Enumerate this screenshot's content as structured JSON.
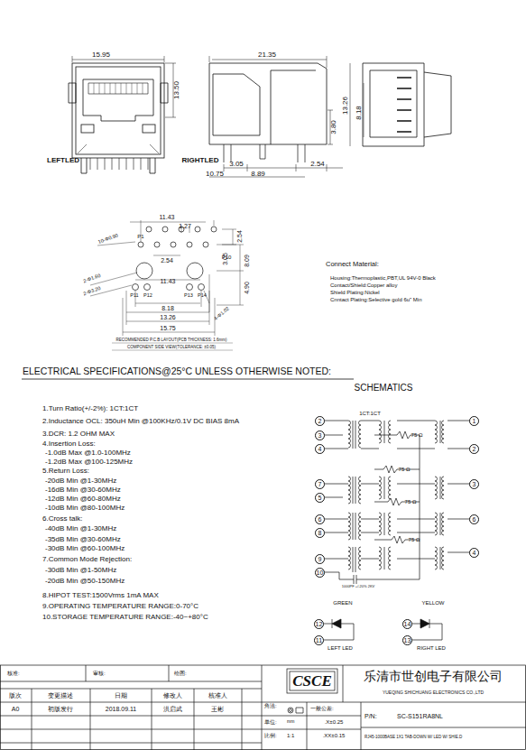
{
  "diagram": {
    "title": "ELECTRICAL SPECIFICATIONS@25°C  UNLESS OTHERWISE NOTED:",
    "nodes": [
      {
        "text": [
          "2"
        ]
      },
      {
        "text": [
          "1"
        ]
      },
      {
        "text": [
          "3"
        ]
      },
      {
        "text": [
          "4"
        ]
      },
      {
        "text": [
          "2"
        ]
      },
      {
        "text": [
          "7"
        ]
      },
      {
        "text": [
          "3"
        ]
      },
      {
        "text": [
          "5"
        ]
      },
      {
        "text": [
          "6"
        ]
      },
      {
        "text": [
          "6"
        ]
      },
      {
        "text": [
          "8"
        ]
      },
      {
        "text": [
          "9"
        ]
      },
      {
        "text": [
          "4"
        ]
      },
      {
        "text": [
          "10"
        ]
      },
      {
        "text": [
          "12"
        ]
      },
      {
        "text": [
          "14"
        ]
      },
      {
        "text": [
          "11"
        ]
      },
      {
        "text": [
          "13"
        ]
      }
    ],
    "labels": [
      "15.95",
      "13.50",
      "LEFTLED",
      "RIGHTLED",
      "21.35",
      "13.26",
      "8.18",
      "3.80",
      "3.05",
      "2.54",
      "10.75",
      "8.89",
      "11.43",
      "1.27",
      "2.54",
      "10-Φ0.90",
      "P1",
      "P10",
      "2.54",
      "3.05",
      "8.09",
      "11.43",
      "2-Φ1.60",
      "2-Φ3.20",
      "4.90",
      "P11",
      "P12",
      "P13",
      "P14",
      "4-Φ1.02",
      "8.18",
      "13.26",
      "15.75",
      "RECOMMENDED P.C.B LAYOUT(PCB THICKNESS: 1.6mm)",
      "COMPONENT SIDE VIEW(TOLERANCE: ±0.05)",
      "Connect Material:",
      "Housing:Thermoplastic,PBT,UL 94V-0 Black",
      "Contact/Shield:Copper alloy",
      "Shield Plating:Nickel",
      "Cnntact Plating:Selective gold 6u\" Min",
      "SCHEMATICS",
      "1.Turn Ratio(+/-2%):    1CT:1CT",
      "2.Inductance OCL:  350uH Min @100KHz/0.1V  DC BIAS 8mA",
      "3.DCR: 1.2 OHM  MAX",
      "4.Insertion Loss:",
      "-1.0dB Max @1.0-100MHz",
      "-1.2dB Max @100-125MHz",
      "5.Return Loss:",
      "-20dB Min @1-30MHz",
      "-16dB Min @30-60MHz",
      "-12dB Min @60-80MHz",
      "-10dB Min @80-100MHz",
      "6.Cross talk:",
      "-40dB Min @1-30MHz",
      "-35dB Min @30-60MHz",
      "-30dB Min @60-100MHz",
      "7.Common Mode Rejection:",
      "-30dB Min @1-50MHz",
      "-20dB Min @50-150MHz",
      "8.HIPOT TEST:1500Vrms 1mA MAX",
      "9.OPERATING TEMPERATURE RANGE:0-70°C",
      "10.STORAGE TEMPERATURE RANGE:-40~+80°C",
      "1CT:1CT",
      "75 Ω",
      "75 Ω",
      "75 Ω",
      "75 Ω",
      "1000PF +/-20% 2KV",
      "GREEN",
      "YELLOW",
      "LEFT LED",
      "RIGHT LED",
      "核准:",
      "审核:",
      "绘图:",
      "CSCE",
      "乐清市世创电子有限公司",
      "YUEQING SHICHUANG ELECTRONICS CO.,LTD",
      "版次",
      "变更描述",
      "日期",
      "修改人",
      "核准人",
      "A0",
      "初版发行",
      "2018.09.11",
      "洪启武",
      "王彬",
      "角法:",
      "一般公差:",
      "单位:",
      "mm",
      ".X±0.25",
      "比例:",
      "1:1",
      ".XX±0.15",
      "P/N:",
      "SC-S151RA8NL",
      "RJ45-1000BASE 1X1 TAB-DOWN W/ LED  W/ SHIE.D"
    ]
  }
}
